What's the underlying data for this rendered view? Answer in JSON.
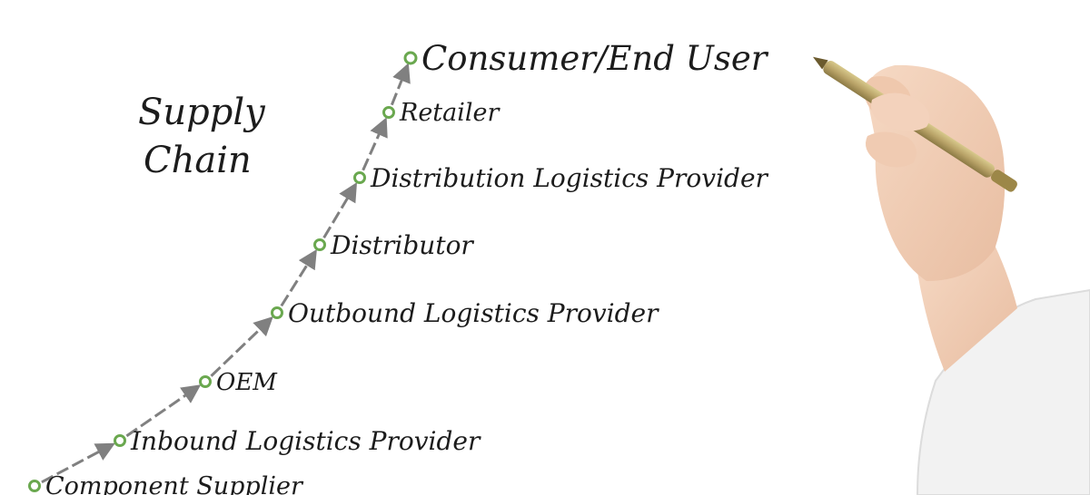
{
  "title": {
    "line1": "Supply",
    "line2": "Chain"
  },
  "steps": [
    {
      "label": "Component Supplier"
    },
    {
      "label": "Inbound Logistics Provider"
    },
    {
      "label": "OEM"
    },
    {
      "label": "Outbound Logistics Provider"
    },
    {
      "label": "Distributor"
    },
    {
      "label": "Distribution Logistics Provider"
    },
    {
      "label": "Retailer"
    },
    {
      "label": "Consumer/End User"
    }
  ],
  "colors": {
    "node_ring": "#6aa84f",
    "arrow": "#808080",
    "text": "#1c1c1c",
    "pen_body": "#b9a368",
    "sleeve": "#f2f2f2",
    "skin": "#f1cdb4"
  },
  "icons": {
    "hand": "hand-with-pen-icon"
  }
}
